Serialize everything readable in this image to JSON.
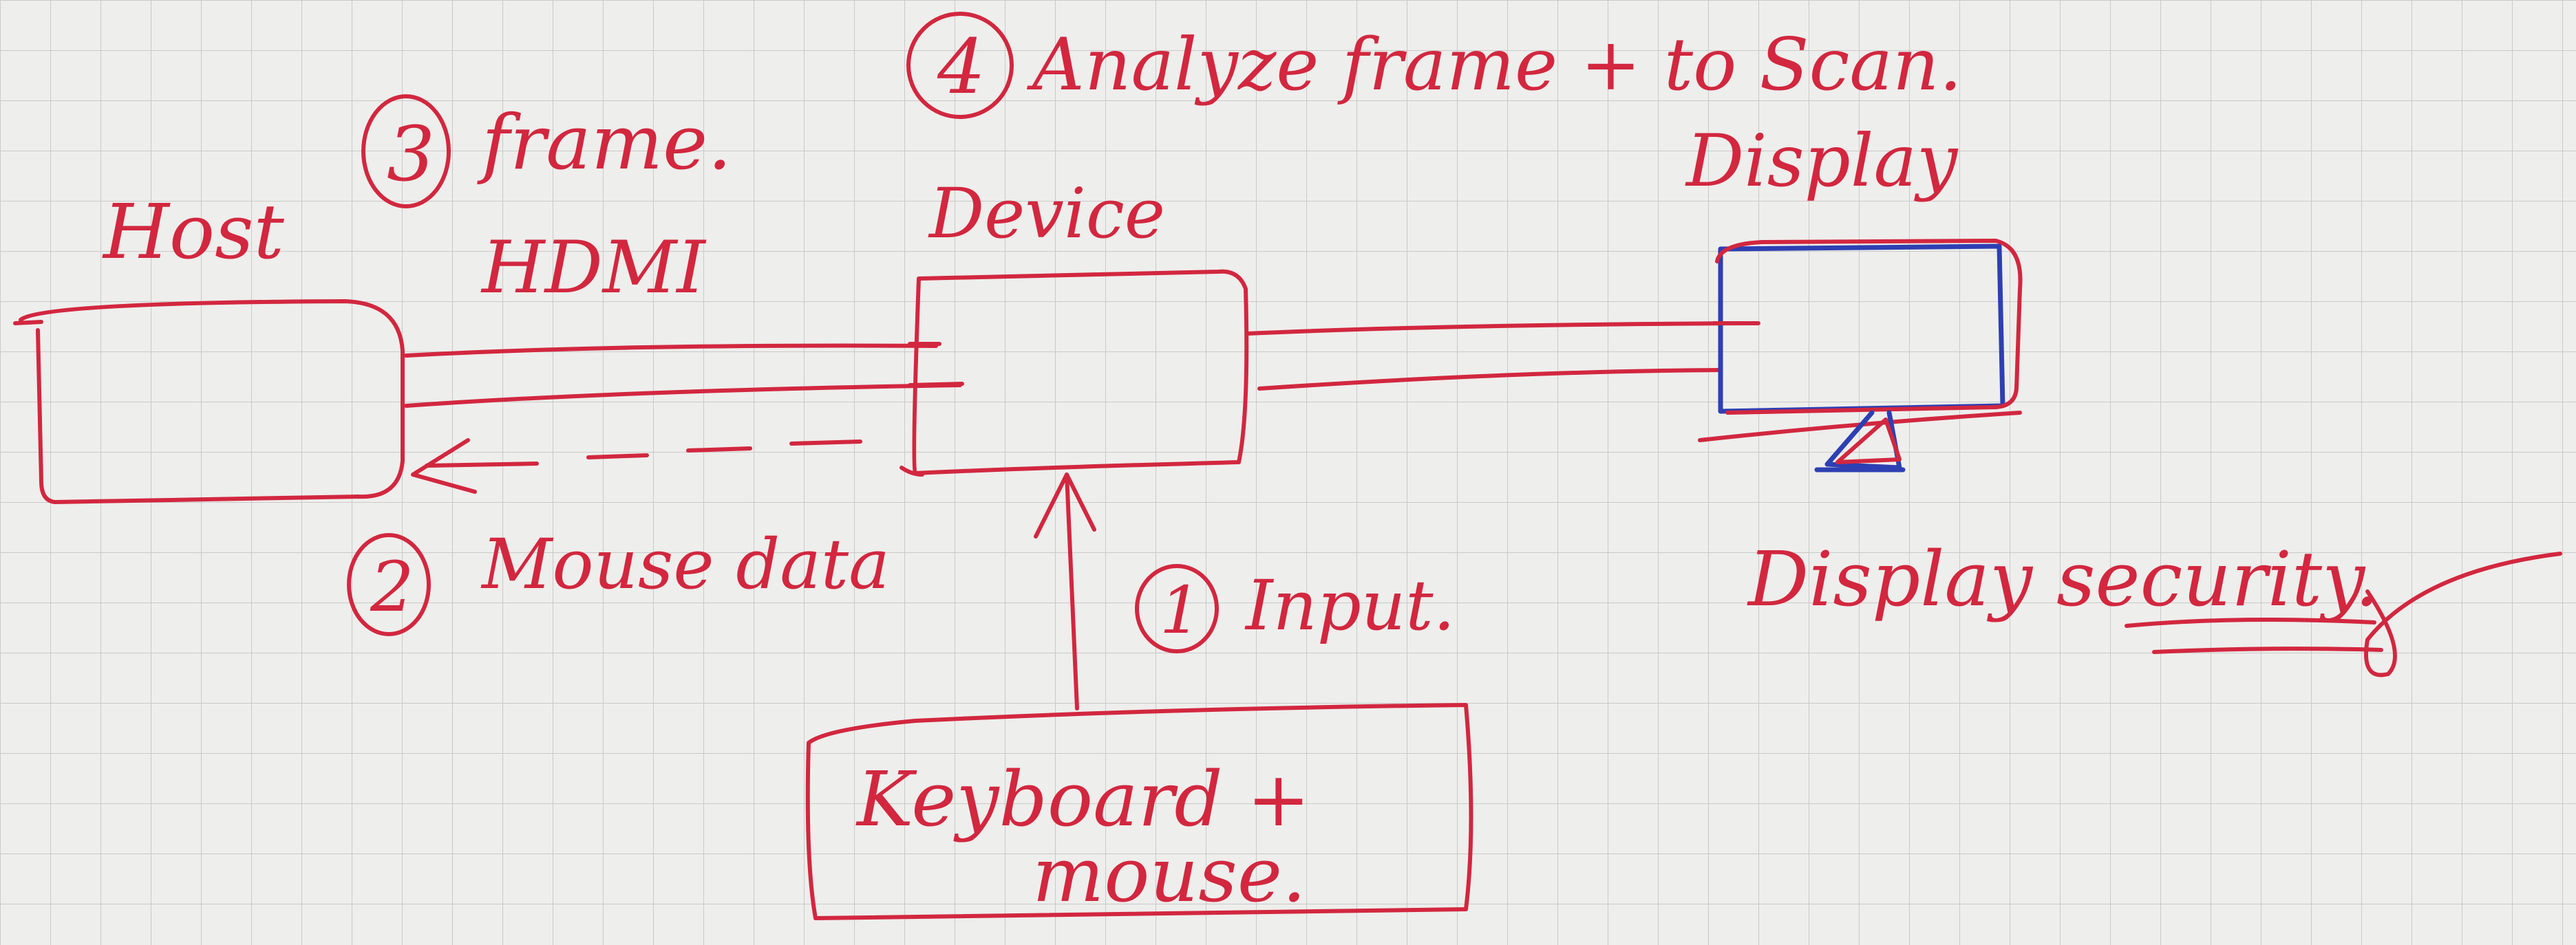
{
  "labels": {
    "host": "Host",
    "hdmi": "HDMI",
    "device": "Device",
    "display": "Display",
    "step3_num": "3",
    "step3_text": "frame.",
    "step4_num": "4",
    "step4_text": "Analyze frame + to Scan.",
    "step2_num": "2",
    "step2_text": "Mouse data",
    "step1_num": "1",
    "step1_text": "Input.",
    "keyboard_line1": "Keyboard +",
    "keyboard_line2": "mouse.",
    "display_security": "Display security."
  },
  "colors": {
    "ink_red": "#d2273f",
    "ink_blue": "#2e3fb3",
    "paper": "#eeeeec",
    "grid": "#c9c9c7"
  }
}
